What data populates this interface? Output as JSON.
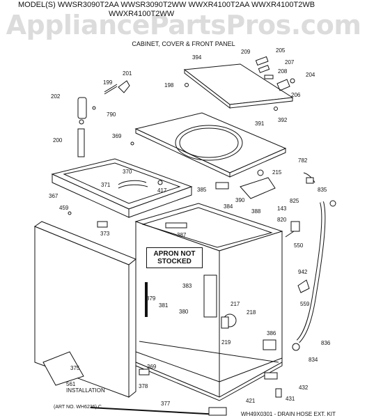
{
  "header": {
    "model_line1": "MODEL(S) WWSR3090T2AA  WWSR3090T2WW  WWXR4100T2AA  WWXR4100T2WB",
    "model_line2": "WWXR4100T2WW",
    "watermark": "AppliancePartsPros.com",
    "subtitle": "CABINET, COVER & FRONT PANEL"
  },
  "parts": [
    {
      "label": "394"
    },
    {
      "label": "209"
    },
    {
      "label": "205"
    },
    {
      "label": "207"
    },
    {
      "label": "208"
    },
    {
      "label": "204"
    },
    {
      "label": "206"
    },
    {
      "label": "201"
    },
    {
      "label": "199"
    },
    {
      "label": "198"
    },
    {
      "label": "202"
    },
    {
      "label": "790"
    },
    {
      "label": "392"
    },
    {
      "label": "391"
    },
    {
      "label": "369"
    },
    {
      "label": "200"
    },
    {
      "label": "782"
    },
    {
      "label": "215"
    },
    {
      "label": "370"
    },
    {
      "label": "371"
    },
    {
      "label": "417"
    },
    {
      "label": "385"
    },
    {
      "label": "390"
    },
    {
      "label": "143"
    },
    {
      "label": "835"
    },
    {
      "label": "367"
    },
    {
      "label": "384"
    },
    {
      "label": "388"
    },
    {
      "label": "825"
    },
    {
      "label": "459"
    },
    {
      "label": "373"
    },
    {
      "label": "387"
    },
    {
      "label": "820"
    },
    {
      "label": "550"
    },
    {
      "label": "942"
    },
    {
      "label": "383"
    },
    {
      "label": "379"
    },
    {
      "label": "381"
    },
    {
      "label": "380"
    },
    {
      "label": "217"
    },
    {
      "label": "218"
    },
    {
      "label": "559"
    },
    {
      "label": "219"
    },
    {
      "label": "386"
    },
    {
      "label": "836"
    },
    {
      "label": "834"
    },
    {
      "label": "375"
    },
    {
      "label": "369"
    },
    {
      "label": "378"
    },
    {
      "label": "432"
    },
    {
      "label": "421"
    },
    {
      "label": "377"
    },
    {
      "label": "431"
    },
    {
      "label": "561"
    }
  ],
  "callouts": {
    "apron_line1": "APRON NOT",
    "apron_line2": "STOCKED",
    "installation": "INSTALLATION",
    "art_no": "(ART NO. WH6236) C",
    "drain_kit": "WH49X0301 - DRAIN HOSE EXT. KIT"
  }
}
